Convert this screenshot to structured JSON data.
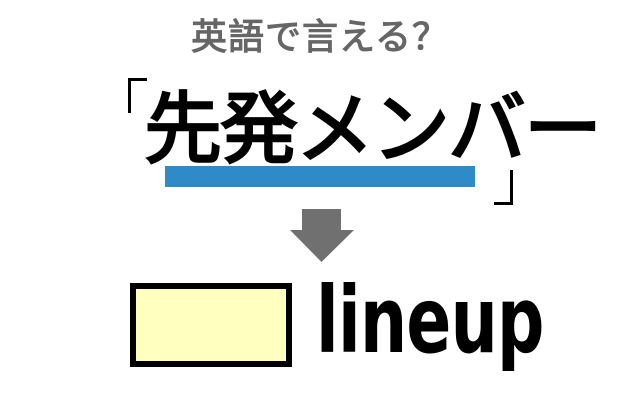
{
  "quiz": {
    "prompt": "英語で言える？",
    "term_open_bracket": "「",
    "term": "先発メンバー",
    "term_close_bracket": "」",
    "arrow_icon": "down-arrow-icon",
    "answer_blank": "",
    "answer_suffix": "lineup"
  },
  "colors": {
    "prompt_text": "#666666",
    "underline": "#2f8ac8",
    "arrow": "#707070",
    "answer_box_fill": "#ffffc0",
    "answer_box_border": "#000000",
    "text": "#000000"
  }
}
